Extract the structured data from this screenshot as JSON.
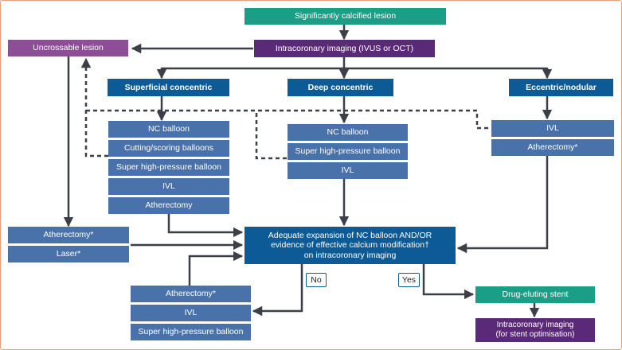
{
  "top": "Significantly calcified lesion",
  "imaging": "Intracoronary imaging (IVUS or OCT)",
  "uncrossable": "Uncrossable lesion",
  "categories": {
    "superficial": "Superficial concentric",
    "deep": "Deep concentric",
    "eccentric": "Eccentric/nodular"
  },
  "superficial_options": [
    "NC balloon",
    "Cutting/scoring balloons",
    "Super high-pressure balloon",
    "IVL",
    "Atherectomy"
  ],
  "deep_options": [
    "NC balloon",
    "Super high-pressure balloon",
    "IVL"
  ],
  "eccentric_options": [
    "IVL",
    "Atherectomy*"
  ],
  "uncrossable_options": [
    "Atherectomy*",
    "Laser*"
  ],
  "adequate": {
    "line1": "Adequate expansion of NC balloon AND/OR",
    "line2": "evidence of effective calcium modification†",
    "line3": "on intracoronary imaging"
  },
  "no_label": "No",
  "yes_label": "Yes",
  "retry_options": [
    "Atherectomy*",
    "IVL",
    "Super high-pressure balloon"
  ],
  "stent": "Drug-eluting stent",
  "final_imaging": {
    "line1": "Intracoronary imaging",
    "line2": "(for stent optimisation)"
  },
  "colors": {
    "teal": "#1a9e86",
    "purple": "#5a2a78",
    "light_purple": "#8d4d97",
    "navy": "#0c5a96",
    "blue": "#4a72aa",
    "arrow": "#3b3f47",
    "border": "#e8a07a"
  }
}
